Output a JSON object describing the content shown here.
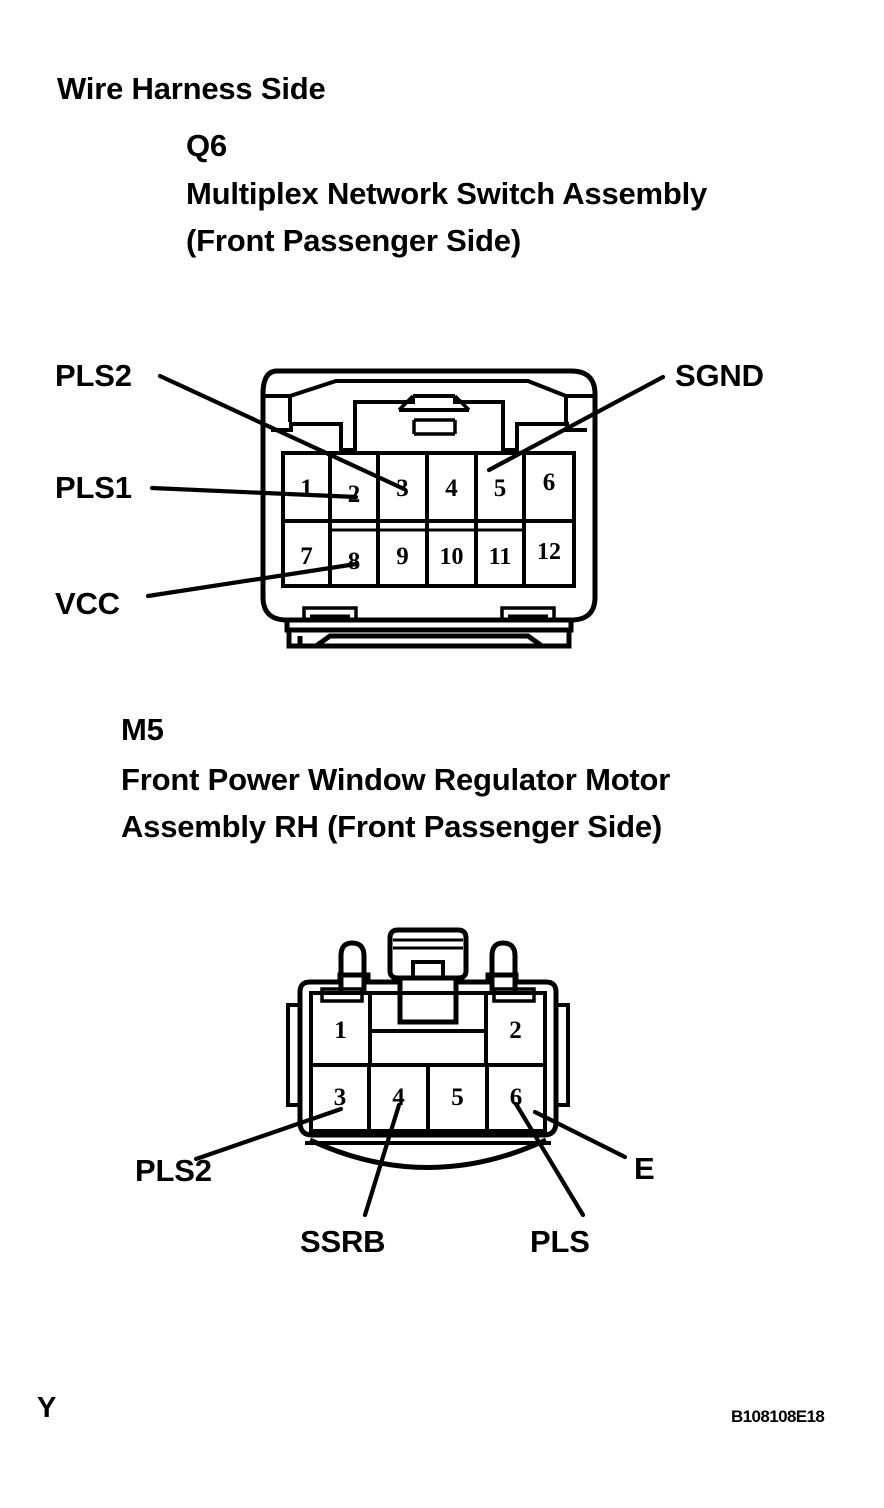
{
  "page": {
    "title": "Wire Harness Side Connector Diagram",
    "heading": "Wire Harness Side",
    "background_color": "#ffffff",
    "line_color": "#000000"
  },
  "footer": {
    "left_mark": "Y",
    "figure_code": "B108108E18"
  },
  "connectors": [
    {
      "id": "Q6",
      "code": "Q6",
      "name_line1": "Multiplex Network Switch Assembly",
      "name_line2": "(Front Passenger Side)",
      "pin_count": 12,
      "rows": [
        [
          "1",
          "2",
          "3",
          "4",
          "5",
          "6"
        ],
        [
          "7",
          "8",
          "9",
          "10",
          "11",
          "12"
        ]
      ],
      "terminals": [
        {
          "signal": "PLS2",
          "pin": "3",
          "side": "left"
        },
        {
          "signal": "PLS1",
          "pin": "2",
          "side": "left"
        },
        {
          "signal": "VCC",
          "pin": "8",
          "side": "left"
        },
        {
          "signal": "SGND",
          "pin": "5",
          "side": "right"
        }
      ]
    },
    {
      "id": "M5",
      "code": "M5",
      "name_line1": "Front Power Window Regulator Motor",
      "name_line2": "Assembly RH (Front Passenger Side)",
      "pin_count": 6,
      "rows": [
        [
          "1",
          "2"
        ],
        [
          "3",
          "4",
          "5",
          "6"
        ]
      ],
      "terminals": [
        {
          "signal": "PLS2",
          "pin": "3",
          "side": "bottom-left"
        },
        {
          "signal": "SSRB",
          "pin": "4",
          "side": "bottom"
        },
        {
          "signal": "PLS",
          "pin": "5",
          "side": "bottom"
        },
        {
          "signal": "E",
          "pin": "6",
          "side": "bottom-right"
        }
      ]
    }
  ]
}
